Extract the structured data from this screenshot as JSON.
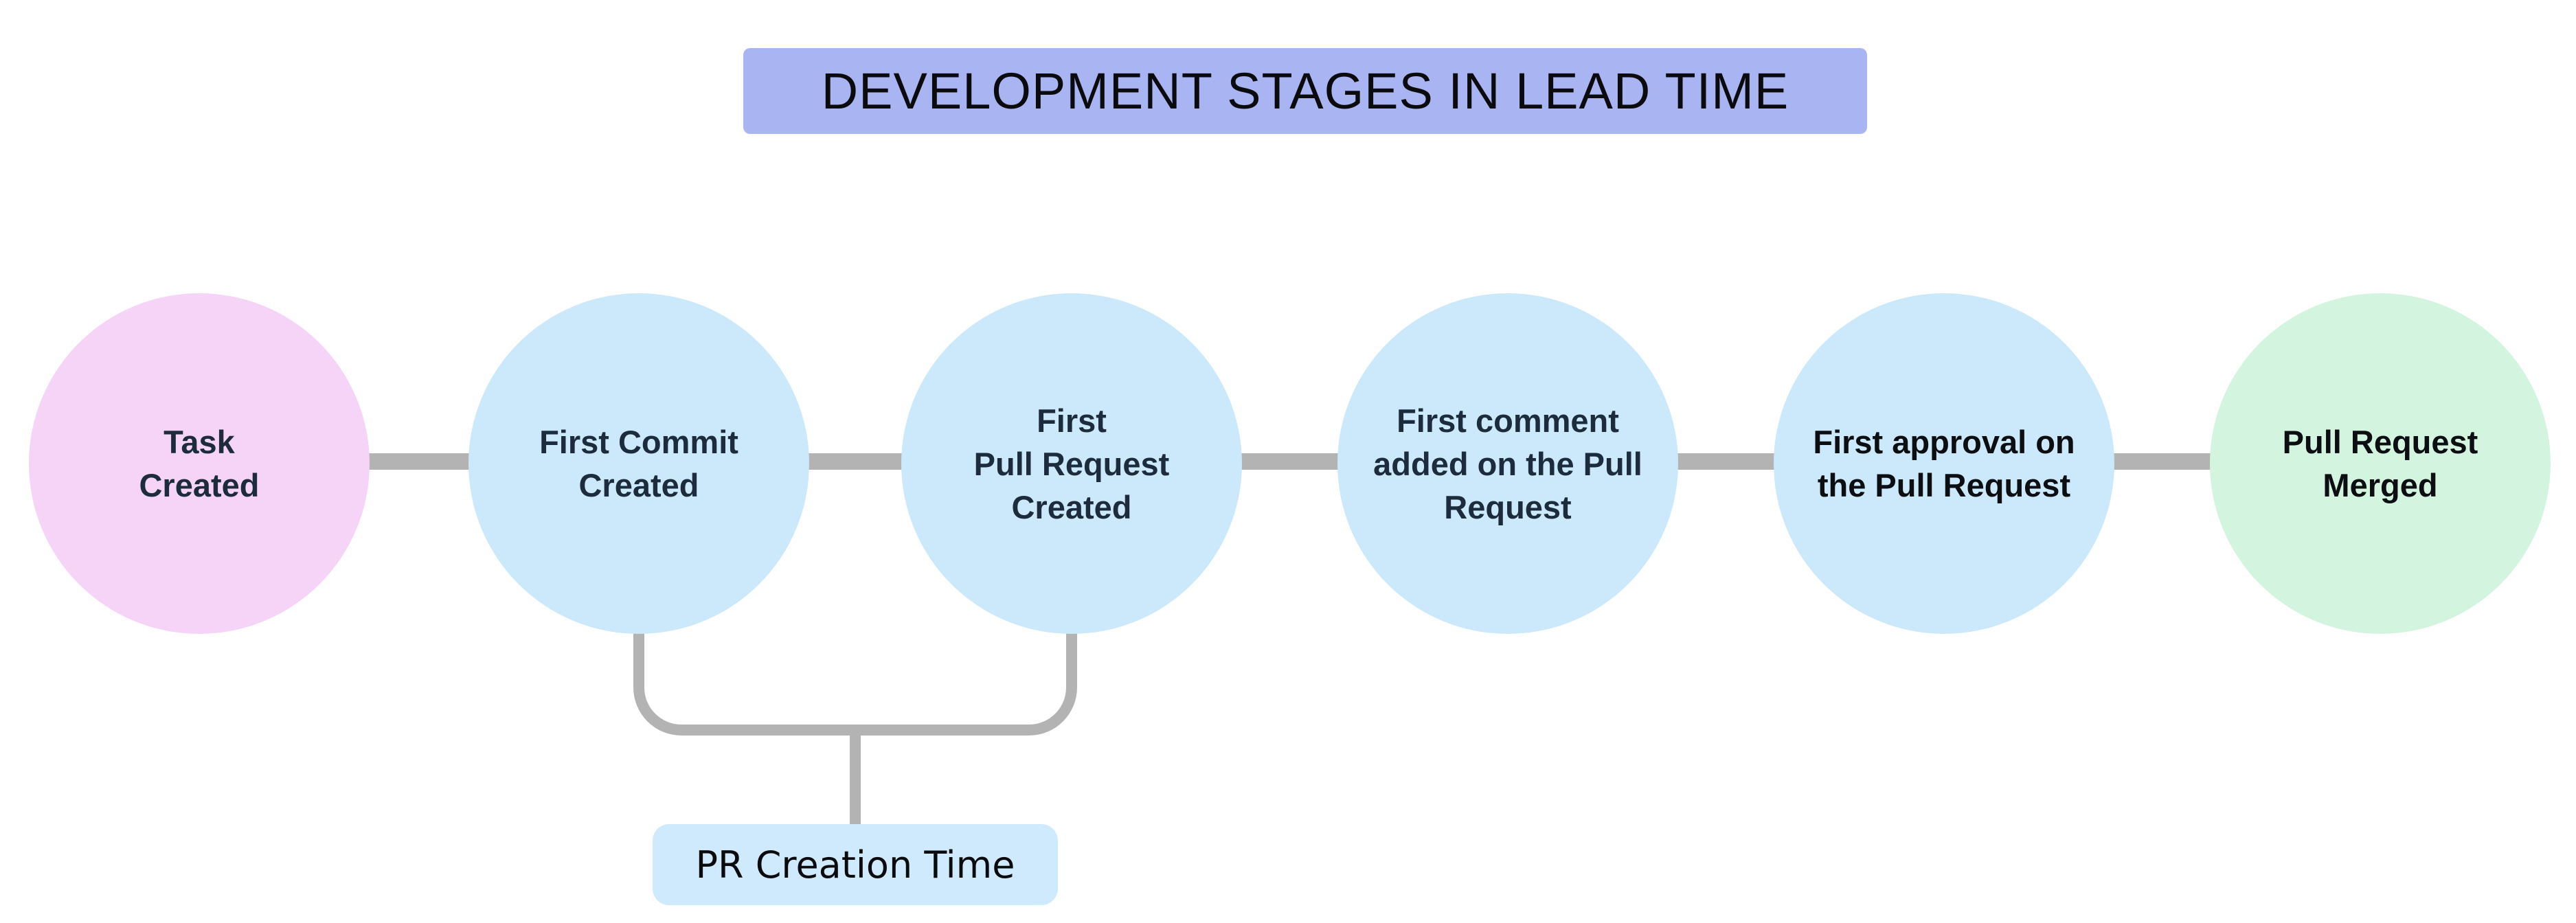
{
  "title": {
    "text": "DEVELOPMENT STAGES IN LEAD TIME",
    "bg_color": "#a9b4f2"
  },
  "stages": [
    {
      "label": "Task\nCreated",
      "color": "#f6d4f8",
      "text_color": "#1d2c3c"
    },
    {
      "label": "First Commit\nCreated",
      "color": "#cbe9fb",
      "text_color": "#1d2c3c"
    },
    {
      "label": "First\nPull Request\nCreated",
      "color": "#cbe9fb",
      "text_color": "#1d2c3c"
    },
    {
      "label": "First comment\nadded on the Pull\nRequest",
      "color": "#cbe9fb",
      "text_color": "#1d2c3c"
    },
    {
      "label": "First approval on\nthe Pull Request",
      "color": "#cbe9fb",
      "text_color": "#0c0e11"
    },
    {
      "label": "Pull Request\nMerged",
      "color": "#d3f5df",
      "text_color": "#0c0e11"
    }
  ],
  "annotation": {
    "label": "PR Creation Time",
    "bg_color": "#cfeafc",
    "connects": [
      "First Commit Created",
      "First Pull Request Created"
    ]
  },
  "colors": {
    "connector": "#b3b3b3",
    "background": "#ffffff"
  }
}
